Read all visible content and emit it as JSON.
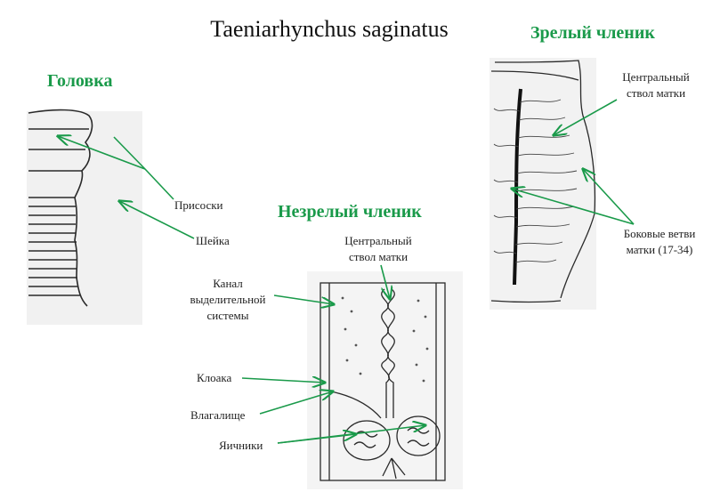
{
  "title": "Taeniarhynchus saginatus",
  "sections": {
    "head": "Головка",
    "immature": "Незрелый членик",
    "mature": "Зрелый членик"
  },
  "labels": {
    "suckers": "Присоски",
    "neck": "Шейка",
    "imm_uterus_line1": "Центральный",
    "imm_uterus_line2": "ствол матки",
    "canal_line1": "Канал",
    "canal_line2": "выделительной",
    "canal_line3": "системы",
    "cloaca": "Клоака",
    "vagina": "Влагалище",
    "ovaries": "Яичники",
    "mat_uterus_line1": "Центральный",
    "mat_uterus_line2": "ствол матки",
    "branches_line1": "Боковые ветви",
    "branches_line2": "матки (17-34)"
  },
  "colors": {
    "section": "#1a9a4a",
    "arrow": "#1a9a4a",
    "drawing": "#2a2a2a"
  }
}
